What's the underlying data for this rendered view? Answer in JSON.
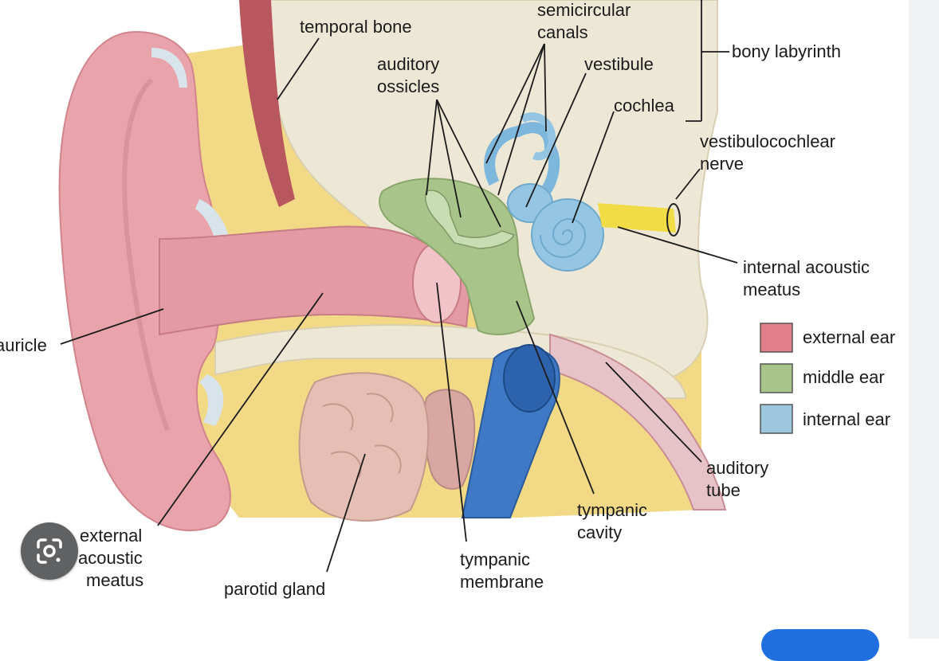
{
  "labels": {
    "temporal_bone": "temporal bone",
    "semicircular_1": "semicircular",
    "semicircular_2": "canals",
    "auditory_ossicles_1": "auditory",
    "auditory_ossicles_2": "ossicles",
    "vestibule": "vestibule",
    "cochlea": "cochlea",
    "bony_labyrinth": "bony labyrinth",
    "vestibulocochlear_1": "vestibulocochlear",
    "vestibulocochlear_2": "nerve",
    "internal_acoustic_1": "internal acoustic",
    "internal_acoustic_2": "meatus",
    "auricle": "auricle",
    "auditory_tube_1": "auditory",
    "auditory_tube_2": "tube",
    "tympanic_cavity_1": "tympanic",
    "tympanic_cavity_2": "cavity",
    "external_acoustic_1": "external",
    "external_acoustic_2": "acoustic",
    "external_acoustic_3": "meatus",
    "parotid_gland": "parotid gland",
    "tympanic_membrane_1": "tympanic",
    "tympanic_membrane_2": "membrane"
  },
  "legend": [
    {
      "label": "external ear",
      "color": "#e2808a"
    },
    {
      "label": "middle ear",
      "color": "#a9c48a"
    },
    {
      "label": "internal ear",
      "color": "#9cc7dd"
    }
  ],
  "colors": {
    "fat": "#f2d985",
    "bone": "#ede8d6",
    "auricle": "#e8a3ab",
    "canal": "#e39aa3",
    "middle": "#a9c48a",
    "inner": "#94c5e2",
    "vessel": "#3f78c4",
    "gland": "#e6bfb4",
    "nerve": "#f2dc45"
  },
  "controls": {
    "lens_icon": "google-lens-icon"
  }
}
